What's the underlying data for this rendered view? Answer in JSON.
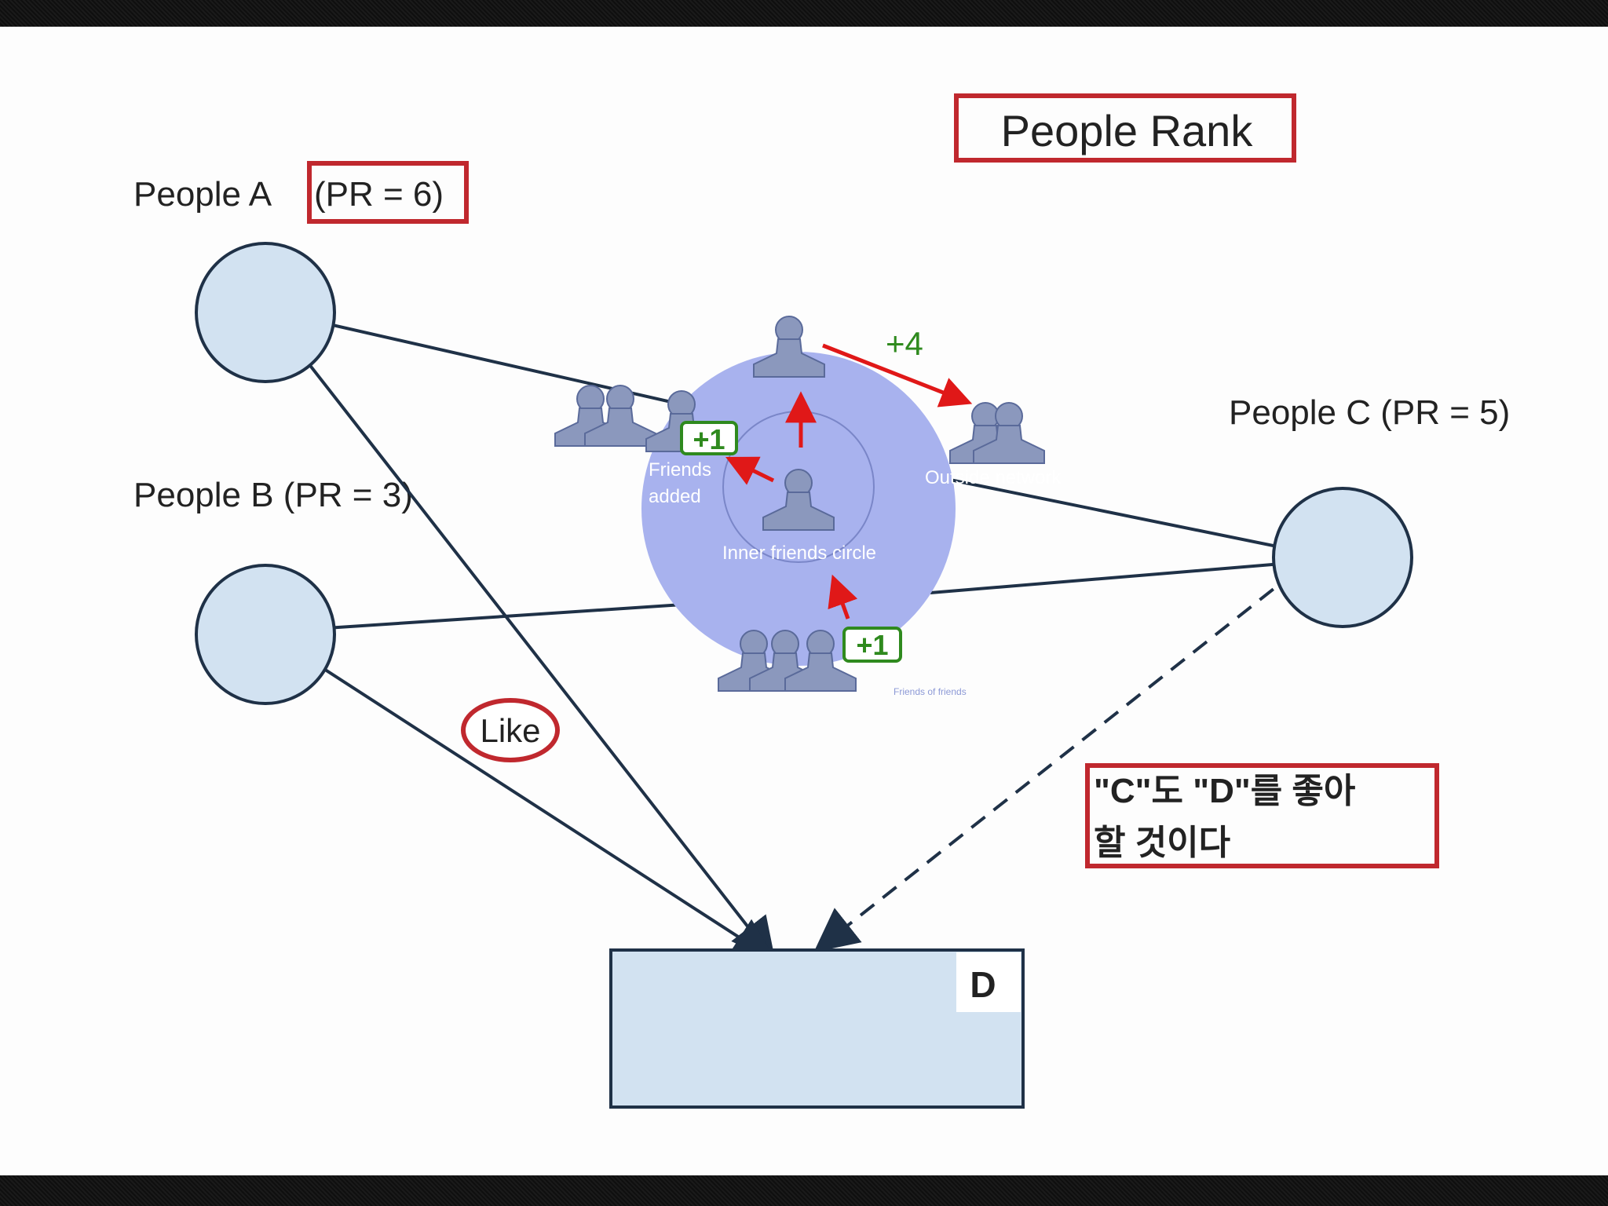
{
  "title": "People Rank",
  "people": {
    "a": {
      "name": "People A",
      "pr": "(PR = 6)"
    },
    "b": {
      "name": "People B (PR = 3)"
    },
    "c": {
      "name": "People C (PR = 5)"
    }
  },
  "like_label": "Like",
  "target_label": "D",
  "note": {
    "line1": "\"C\"도 \"D\"를 좋아",
    "line2": "할 것이다"
  },
  "overlay": {
    "plus_score": "+4",
    "friends_added_1": "Friends",
    "friends_added_2": "added",
    "outside_network": "Outside network",
    "inner_circle": "Inner friends circle",
    "plus_one": "+1",
    "faint_caption": "Friends of friends"
  },
  "colors": {
    "node_fill": "#d2e2f1",
    "node_stroke": "#1f3147",
    "highlight_box": "#c0282e",
    "overlay_circle": "#a8b2ee",
    "arrow_red": "#e01818",
    "plus_green": "#2f8a1e"
  }
}
